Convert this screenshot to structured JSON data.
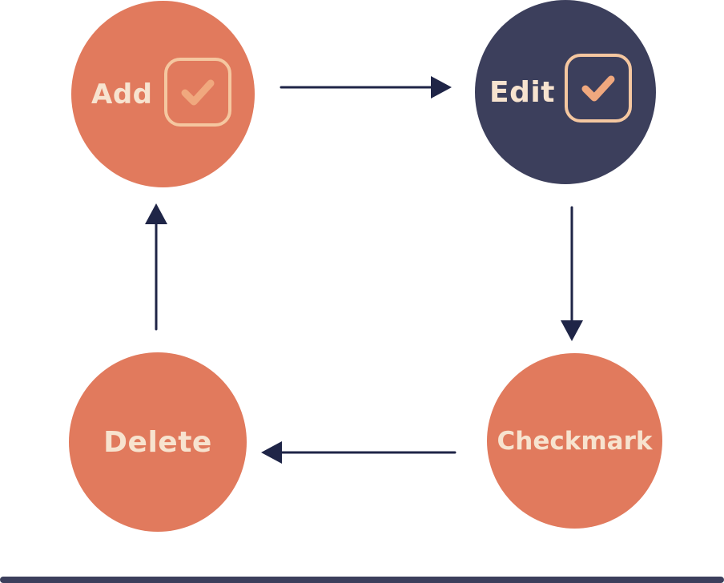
{
  "nodes": {
    "add": {
      "label": "Add",
      "has_checkbox": true,
      "color": "#e17a5d"
    },
    "edit": {
      "label": "Edit",
      "has_checkbox": true,
      "color": "#3c3f5c"
    },
    "checkmark": {
      "label": "Checkmark",
      "has_checkbox": false,
      "color": "#e17a5d"
    },
    "delete": {
      "label": "Delete",
      "has_checkbox": false,
      "color": "#e17a5d"
    }
  },
  "edges": [
    {
      "from": "Add",
      "to": "Edit"
    },
    {
      "from": "Edit",
      "to": "Checkmark"
    },
    {
      "from": "Checkmark",
      "to": "Delete"
    },
    {
      "from": "Delete",
      "to": "Add"
    }
  ],
  "colors": {
    "node_primary": "#e17a5d",
    "node_active": "#3c3f5c",
    "label_text": "#f7e3cf",
    "checkbox_stroke": "#f5c7a0",
    "checkbox_fill": "#f0a87e",
    "arrow": "#1f2547"
  },
  "icons": {
    "add_checkbox": "checkbox-checked-icon",
    "edit_checkbox": "checkbox-checked-icon"
  }
}
